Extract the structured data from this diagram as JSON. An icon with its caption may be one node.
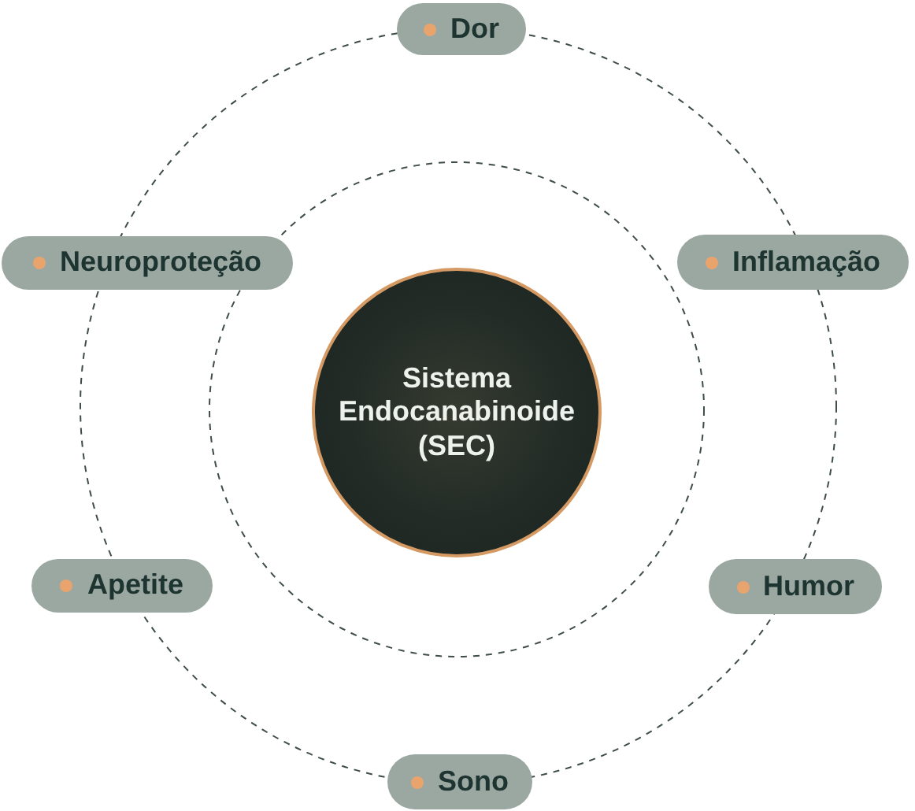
{
  "diagram": {
    "nodes": [
      {
        "text": [
          "Dor"
        ]
      },
      {
        "text": [
          "Neuroproteção"
        ]
      },
      {
        "text": [
          "Inflamação"
        ]
      },
      {
        "text": [
          "Sistema Endocanabinoide (SEC)"
        ]
      },
      {
        "text": [
          "Apetite"
        ]
      },
      {
        "text": [
          "Humor"
        ]
      },
      {
        "text": [
          "Sono"
        ]
      }
    ]
  }
}
